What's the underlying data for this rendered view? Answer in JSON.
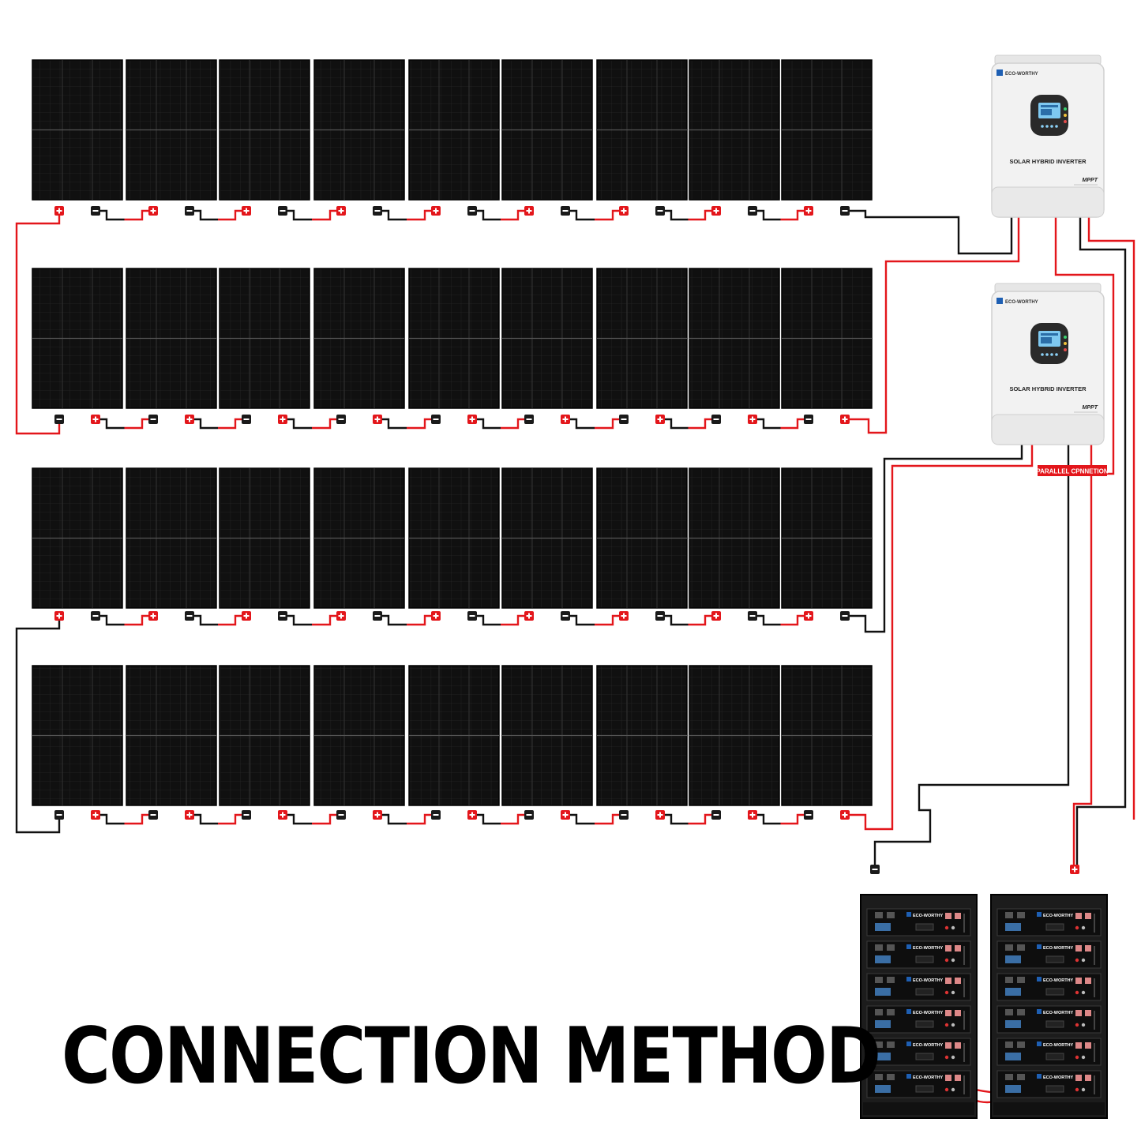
{
  "title": "CONNECTION METHOD",
  "colors": {
    "panel": "#111111",
    "panel_grid": "#2a2a2a",
    "cable_positive": "#e3161b",
    "cable_negative": "#111111",
    "inverter_body": "#f2f2f2",
    "battery_rack": "#1c1c1c"
  },
  "inverters": [
    {
      "brand": "ECO-WORTHY",
      "label": "SOLAR HYBRID INVERTER",
      "tag": "MPPT"
    },
    {
      "brand": "ECO-WORTHY",
      "label": "SOLAR HYBRID INVERTER",
      "tag": "MPPT"
    }
  ],
  "parallel_label": "PARALLEL CPNNETION",
  "battery_brand": "ECO-WORTHY",
  "terminal_symbols": {
    "positive": "+",
    "negative": "−"
  }
}
